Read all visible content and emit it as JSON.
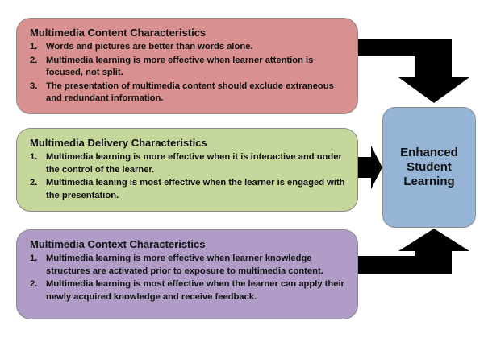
{
  "colors": {
    "content_box": "#d89090",
    "delivery_box": "#c5d79b",
    "context_box": "#b09cc6",
    "result_box": "#96b4d6",
    "arrow": "#000000"
  },
  "boxes": {
    "content": {
      "title": "Multimedia Content Characteristics",
      "items": [
        {
          "num": "1.",
          "text": "Words and pictures are better than words alone."
        },
        {
          "num": "2.",
          "text": "Multimedia learning is more effective when learner attention is focused, not split."
        },
        {
          "num": "3.",
          "text": "The presentation of multimedia content should exclude extraneous and redundant information."
        }
      ]
    },
    "delivery": {
      "title": "Multimedia Delivery Characteristics",
      "items": [
        {
          "num": "1.",
          "text": "Multimedia learning is more effective when it is interactive and under the control of the learner."
        },
        {
          "num": "2.",
          "text": "Multimedia leaning is most effective when the learner is engaged with the presentation."
        }
      ]
    },
    "context": {
      "title": "Multimedia Context Characteristics",
      "items": [
        {
          "num": "1.",
          "text": "Multimedia learning is more effective when learner knowledge structures are activated prior to exposure to multimedia content."
        },
        {
          "num": "2.",
          "text": "Multimedia learning is most effective when the learner can apply their newly acquired knowledge and receive feedback."
        }
      ]
    }
  },
  "result": {
    "label": "Enhanced\nStudent\nLearning"
  }
}
